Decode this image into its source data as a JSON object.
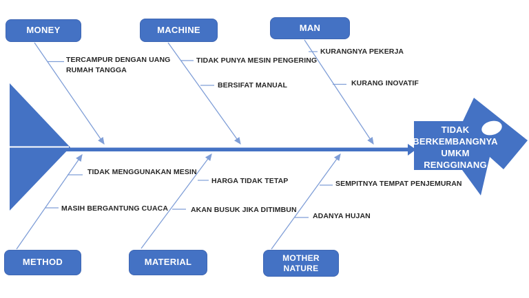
{
  "colors": {
    "shape_fill": "#4472C4",
    "shape_border": "#3E66B3",
    "branch_line": "#7F9ED7",
    "cause_text": "#262626",
    "head_text": "#FFFFFF"
  },
  "fishbone": {
    "head": {
      "label": "TIDAK BERKEMBANGNYA UMKM RENGGINANG",
      "lines": [
        "TIDAK",
        "BERKEMBANGNYA",
        "UMKM",
        "RENGGINANG"
      ]
    },
    "categories": {
      "money": {
        "label": "MONEY",
        "cause1_line1": "TERCAMPUR DENGAN UANG",
        "cause1_line2": "RUMAH TANGGA"
      },
      "machine": {
        "label": "MACHINE",
        "cause1": "TIDAK PUNYA MESIN PENGERING",
        "cause2": "BERSIFAT MANUAL"
      },
      "man": {
        "label": "MAN",
        "cause1": "KURANGNYA PEKERJA",
        "cause2": "KURANG INOVATIF"
      },
      "method": {
        "label": "METHOD",
        "cause1": "TIDAK MENGGUNAKAN MESIN",
        "cause2": "MASIH BERGANTUNG CUACA"
      },
      "material": {
        "label": "MATERIAL",
        "cause1": "HARGA TIDAK TETAP",
        "cause2": "AKAN BUSUK JIKA DITIMBUN"
      },
      "mother_nature": {
        "label_line1": "MOTHER",
        "label_line2": "NATURE",
        "cause1": "SEMPITNYA TEMPAT PENJEMURAN",
        "cause2": "ADANYA HUJAN"
      }
    }
  }
}
